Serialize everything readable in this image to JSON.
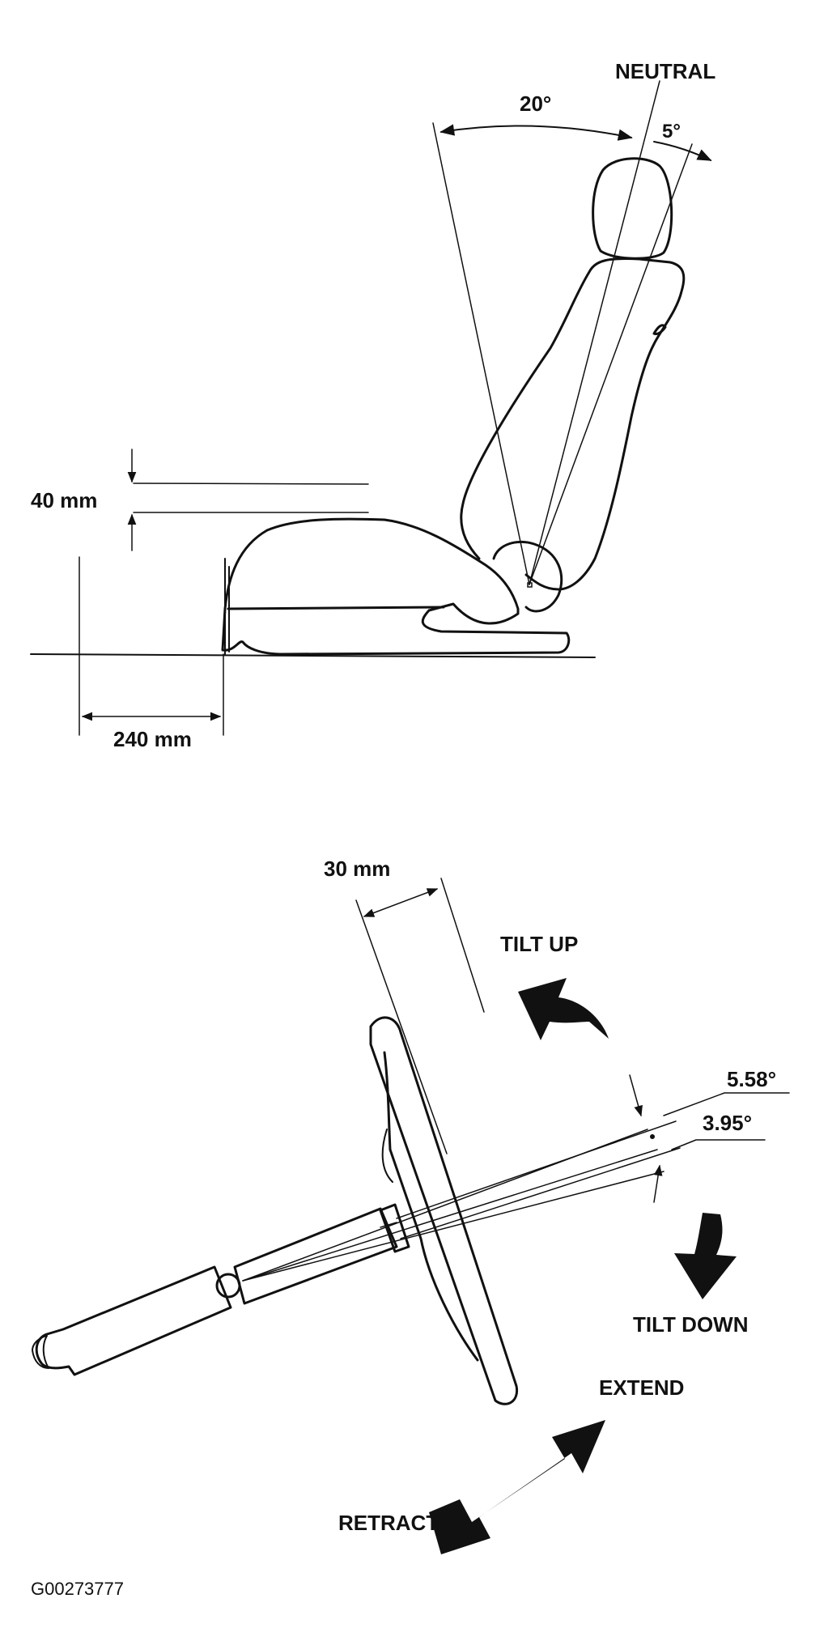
{
  "seat_diagram": {
    "neutral_label": "NEUTRAL",
    "recline_angle_label": "20°",
    "forward_angle_label": "5°",
    "height_adjust_label": "40 mm",
    "slide_label": "240 mm"
  },
  "steering_diagram": {
    "telescopic_label": "30 mm",
    "tilt_up_label": "TILT UP",
    "tilt_down_label": "TILT DOWN",
    "tilt_up_angle_label": "5.58°",
    "tilt_down_angle_label": "3.95°",
    "extend_label": "EXTEND",
    "retract_label": "RETRACT"
  },
  "figure_code": "G00273777",
  "colors": {
    "ink": "#111111",
    "background": "#ffffff"
  }
}
